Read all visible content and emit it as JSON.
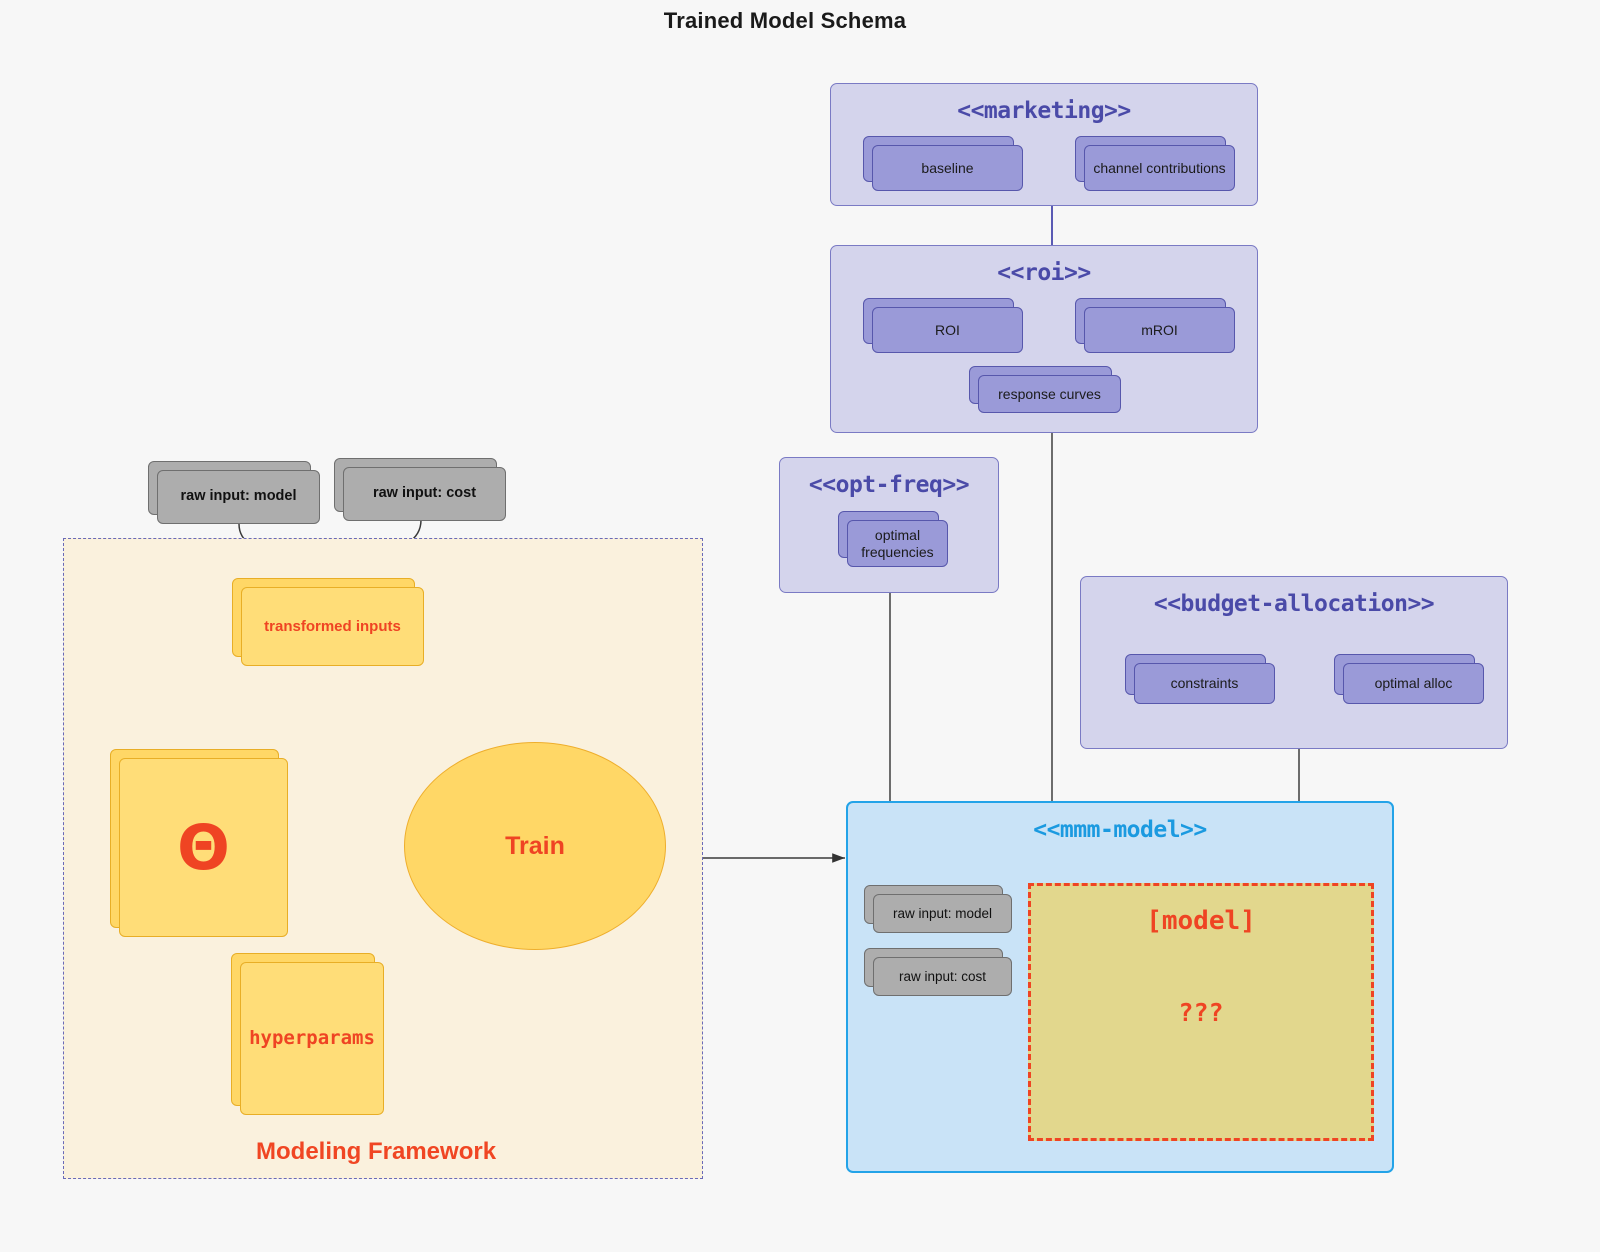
{
  "title": "Trained Model Schema",
  "packages": {
    "marketing": {
      "name": "<<marketing>>",
      "nodes": [
        {
          "label": "baseline"
        },
        {
          "label": "channel contributions"
        }
      ]
    },
    "roi": {
      "name": "<<roi>>",
      "nodes": [
        {
          "label": "ROI"
        },
        {
          "label": "mROI"
        },
        {
          "label": "response curves"
        }
      ]
    },
    "opt_freq": {
      "name": "<<opt-freq>>",
      "nodes": [
        {
          "label": "optimal\nfrequencies",
          "line1": "optimal",
          "line2": "frequencies"
        }
      ]
    },
    "budget_allocation": {
      "name": "<<budget-allocation>>",
      "nodes": [
        {
          "label": "constraints"
        },
        {
          "label": "optimal alloc"
        }
      ]
    },
    "mmm_model": {
      "name": "<<mmm-model>>",
      "nodes": [
        {
          "label": "raw input: model"
        },
        {
          "label": "raw input: cost"
        }
      ],
      "placeholder": {
        "title": "[model]",
        "question": "???"
      }
    }
  },
  "framework": {
    "label": "Modeling Framework",
    "raw_inputs": [
      {
        "label": "raw input: model"
      },
      {
        "label": "raw input: cost"
      }
    ],
    "transformed_inputs": {
      "label": "transformed inputs"
    },
    "theta": {
      "label": "Θ"
    },
    "hyperparams": {
      "label": "hyperparams"
    },
    "train": {
      "label": "Train"
    }
  },
  "colors": {
    "background": "#f7f7f7",
    "package_purple_fill": "#d4d4ec",
    "package_purple_border": "#7a7ac4",
    "package_blue_fill": "#c9e3f7",
    "package_blue_border": "#23a3e8",
    "card_purple": "#9a9ad8",
    "card_grey": "#adadad",
    "card_yellow": "#ffdd78",
    "accent_red": "#ef4423",
    "framework_fill": "#faf1dd",
    "framework_border": "#6a6ab8",
    "model_placeholder_fill": "#e2d78d"
  }
}
